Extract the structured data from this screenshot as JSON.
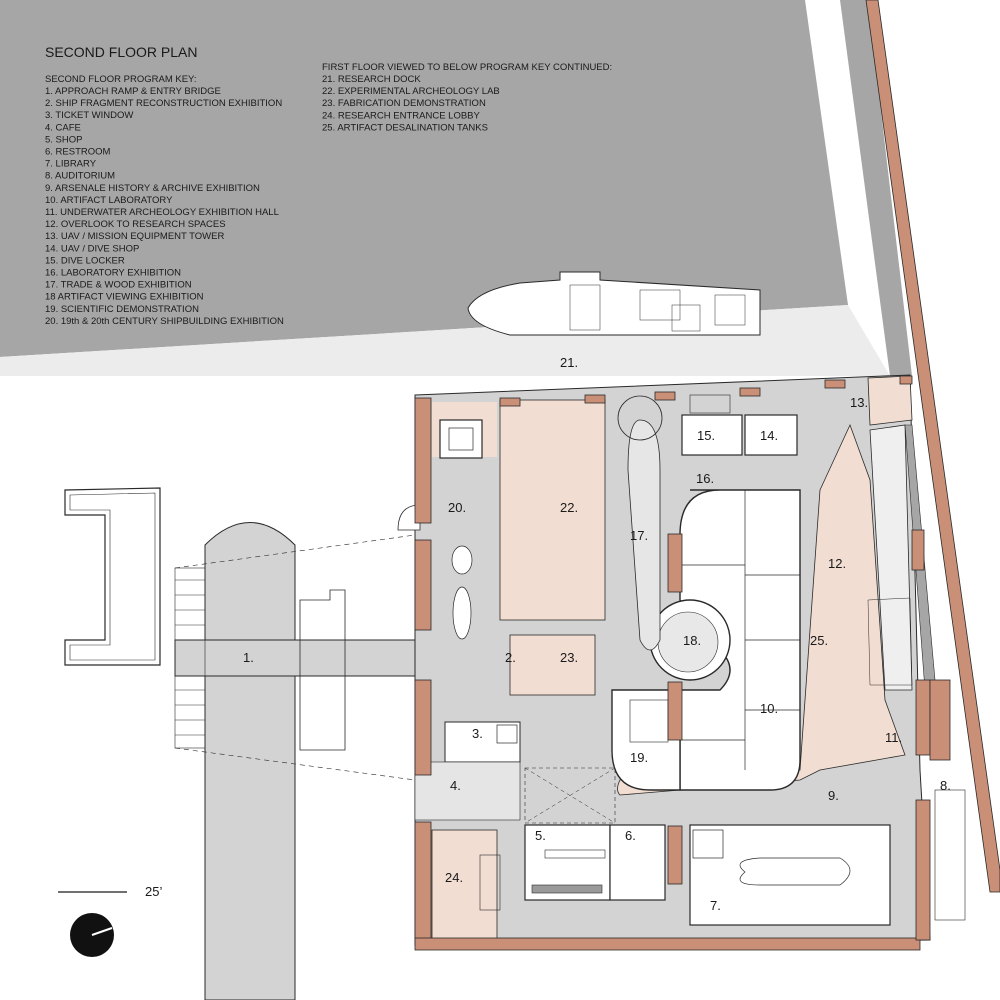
{
  "title": "SECOND FLOOR PLAN",
  "second_floor_key": {
    "heading": "SECOND FLOOR PROGRAM KEY:",
    "items": [
      "1.  APPROACH RAMP & ENTRY BRIDGE",
      "2.  SHIP FRAGMENT RECONSTRUCTION EXHIBITION",
      "3.  TICKET WINDOW",
      "4.  CAFE",
      "5.  SHOP",
      "6.   RESTROOM",
      "7.   LIBRARY",
      "8.   AUDITORIUM",
      "9.   ARSENALE HISTORY & ARCHIVE EXHIBITION",
      "10. ARTIFACT LABORATORY",
      "11. UNDERWATER ARCHEOLOGY EXHIBITION HALL",
      "12. OVERLOOK TO RESEARCH SPACES",
      "13. UAV / MISSION EQUIPMENT TOWER",
      "14. UAV / DIVE SHOP",
      "15. DIVE LOCKER",
      "16. LABORATORY EXHIBITION",
      "17. TRADE & WOOD EXHIBITION",
      "18 ARTIFACT VIEWING EXHIBITION",
      "19. SCIENTIFIC DEMONSTRATION",
      "20. 19th & 20th CENTURY SHIPBUILDING EXHIBITION"
    ]
  },
  "first_floor_key": {
    "heading": "FIRST FLOOR VIEWED TO BELOW  PROGRAM KEY CONTINUED:",
    "items": [
      "21. RESEARCH DOCK",
      "22. EXPERIMENTAL ARCHEOLOGY LAB",
      "23. FABRICATION DEMONSTRATION",
      "24. RESEARCH ENTRANCE LOBBY",
      "25. ARTIFACT DESALINATION TANKS"
    ]
  },
  "plan_labels": {
    "n1": "1.",
    "n2": "2.",
    "n3": "3.",
    "n4": "4.",
    "n5": "5.",
    "n6": "6.",
    "n7": "7.",
    "n8": "8.",
    "n9": "9.",
    "n10": "10.",
    "n11": "11.",
    "n12": "12.",
    "n13": "13.",
    "n14": "14.",
    "n15": "15.",
    "n16": "16.",
    "n17": "17.",
    "n18": "18.",
    "n19": "19.",
    "n20": "20.",
    "n21": "21.",
    "n22": "22.",
    "n23": "23.",
    "n24": "24.",
    "n25": "25."
  },
  "scale_label": "25’",
  "colors": {
    "water": "#a6a6a6",
    "quay": "#dcdcdc",
    "floor": "#d3d3d3",
    "wall": "#c98f77",
    "below": "#f1ddd2",
    "line": "#2a2a2a"
  }
}
